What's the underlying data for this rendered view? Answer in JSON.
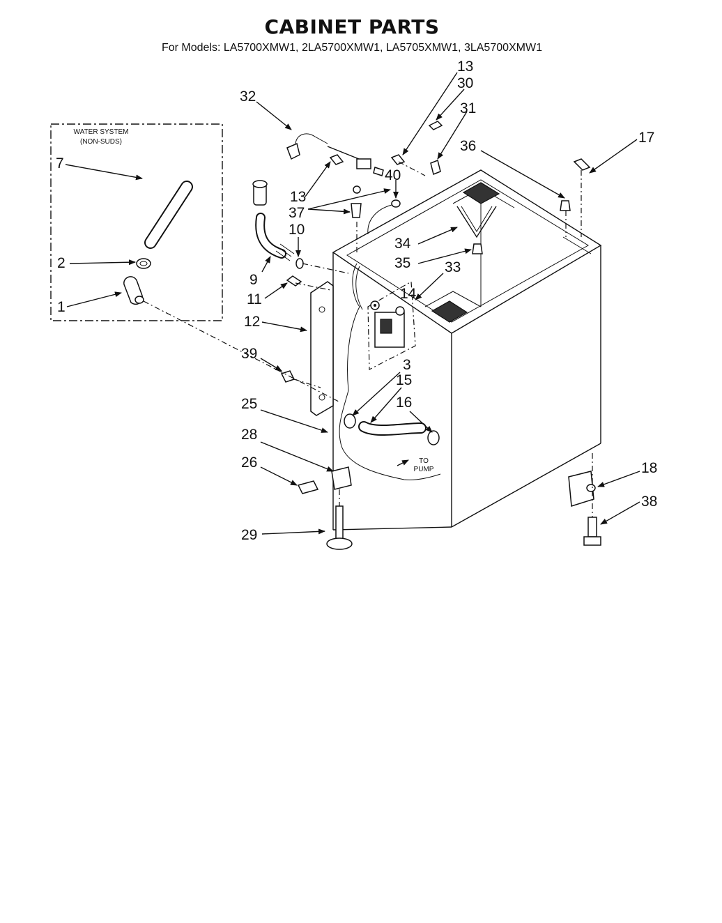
{
  "title": "CABINET PARTS",
  "subtitle": "For Models: LA5700XMW1, 2LA5700XMW1, LA5705XMW1, 3LA5700XMW1",
  "water_system_box": {
    "line1": "WATER SYSTEM",
    "line2": "(NON-SUDS)"
  },
  "to_pump": {
    "line1": "TO",
    "line2": "PUMP"
  },
  "part_labels": {
    "p1": "1",
    "p2": "2",
    "p3": "3",
    "p7": "7",
    "p9": "9",
    "p10": "10",
    "p11": "11",
    "p12": "12",
    "p13a": "13",
    "p13b": "13",
    "p14": "14",
    "p15": "15",
    "p16": "16",
    "p17": "17",
    "p18": "18",
    "p25": "25",
    "p26": "26",
    "p28": "28",
    "p29": "29",
    "p30": "30",
    "p31": "31",
    "p32": "32",
    "p33": "33",
    "p34": "34",
    "p35": "35",
    "p36": "36",
    "p37": "37",
    "p38": "38",
    "p39": "39",
    "p40": "40"
  }
}
